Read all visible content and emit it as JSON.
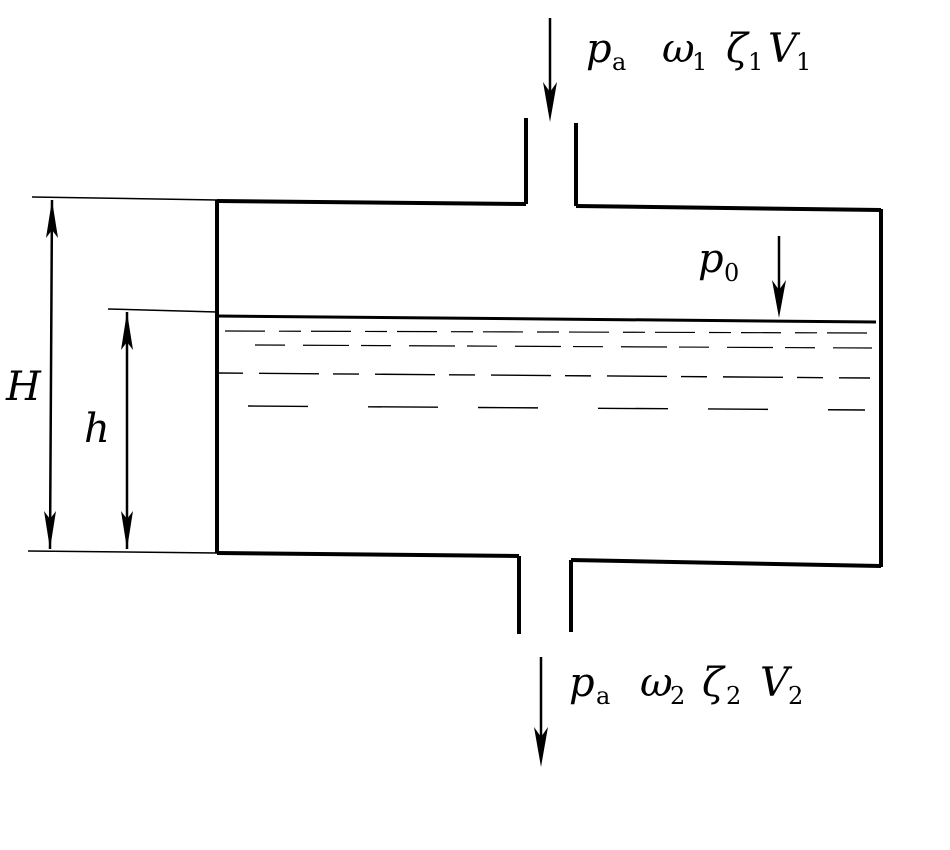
{
  "labels": {
    "inlet": {
      "pa": "p",
      "pa_sub": "a",
      "omega": "ω",
      "omega_sub": "1",
      "zeta": "ζ",
      "zeta_sub": "1",
      "v": "V",
      "v_sub": "1"
    },
    "outlet": {
      "pa": "p",
      "pa_sub": "a",
      "omega": "ω",
      "omega_sub": "2",
      "zeta": "ζ",
      "zeta_sub": "2",
      "v": "V",
      "v_sub": "2"
    },
    "p0": {
      "p": "p",
      "sub": "0"
    },
    "H": "H",
    "h": "h"
  },
  "colors": {
    "ink": "#000000",
    "background": "#ffffff"
  }
}
